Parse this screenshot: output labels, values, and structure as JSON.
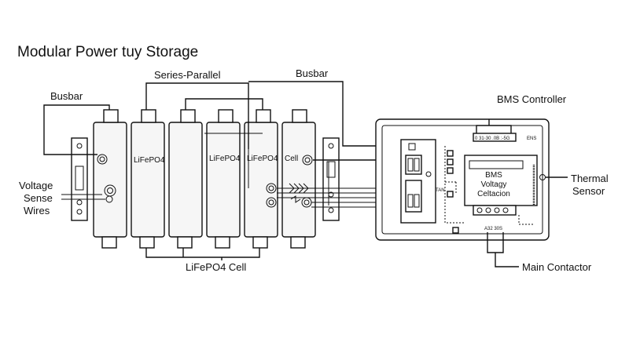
{
  "title": "Modular Power tuy Storage",
  "labels": {
    "series_parallel": "Series-Parallel",
    "busbar_top": "Busbar",
    "busbar_left": "Busbar",
    "voltage_line1": "Voltage",
    "voltage_line2": "Sense",
    "voltage_line3": "Wires",
    "lifepo4_cell": "LiFePO4 Cell",
    "bms_controller": "BMS Controller",
    "thermal_line1": "Thermal",
    "thermal_line2": "Sensor",
    "main_contactor": "Main Contactor"
  },
  "cells": [
    {
      "label": ""
    },
    {
      "label": "LiFePO4"
    },
    {
      "label": ""
    },
    {
      "label": "LiFePO4"
    },
    {
      "label": "LiFePO4"
    },
    {
      "label": "Cell"
    }
  ],
  "bms": {
    "line1": "BMS",
    "line2": "Voltagy",
    "line3": "Celtacion",
    "pin_header": "0 31◦30 .0B :-5G",
    "tag": "ENS",
    "bottom_tag": "A32 30S",
    "small_label": "TAN"
  }
}
